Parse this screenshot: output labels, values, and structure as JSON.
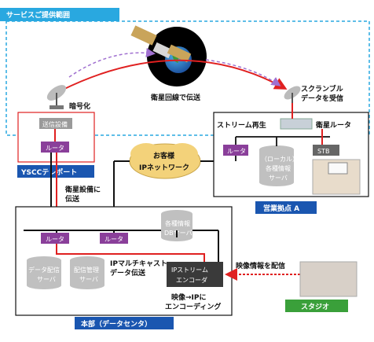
{
  "service_area": {
    "label": "サービスご提供範囲",
    "color": "#29a8e0"
  },
  "satellite": {
    "caption": "衛星回線で伝送"
  },
  "sites": {
    "teleport": {
      "label": "YSCCテレポート",
      "encrypt": "暗号化",
      "transmit": "送信設備",
      "router": "ルータ"
    },
    "office": {
      "label": "営業拠点 A",
      "scramble_line1": "スクランブル",
      "scramble_line2": "データを受信",
      "stream_player": "ストリーム再生",
      "sat_router": "衛星ルータ",
      "router": "ルータ",
      "stb": "STB",
      "server_line1": "（ローカル）",
      "server_line2": "各種情報",
      "server_line3": "サーバ"
    },
    "hq": {
      "label": "本部（データセンタ）",
      "router_left": "ルータ",
      "router_right": "ルータ",
      "info_db_line1": "各種情報",
      "info_db_line2": "DBサーバ",
      "delivery_line1": "データ配信",
      "delivery_line2": "サーバ",
      "mgmt_line1": "配信管理",
      "mgmt_line2": "サーバ",
      "encoder_line1": "IPストリーム",
      "encoder_line2": "エンコーダ",
      "multicast_line1": "IPマルチキャスト",
      "multicast_line2": "データ伝送",
      "encode_note_line1": "映像→IPに",
      "encode_note_line2": "エンコーディング"
    },
    "studio": {
      "label": "スタジオ",
      "send_label": "映像情報を配信"
    }
  },
  "network": {
    "cloud_line1": "お客様",
    "cloud_line2": "IPネットワーク",
    "link_line1": "衛星設備に",
    "link_line2": "伝送"
  },
  "colors": {
    "blue_label": "#1a56b0",
    "green_label": "#3aa03a",
    "router": "#8a3f9a",
    "red_line": "#e02020",
    "dash_purple": "#a070d0"
  }
}
